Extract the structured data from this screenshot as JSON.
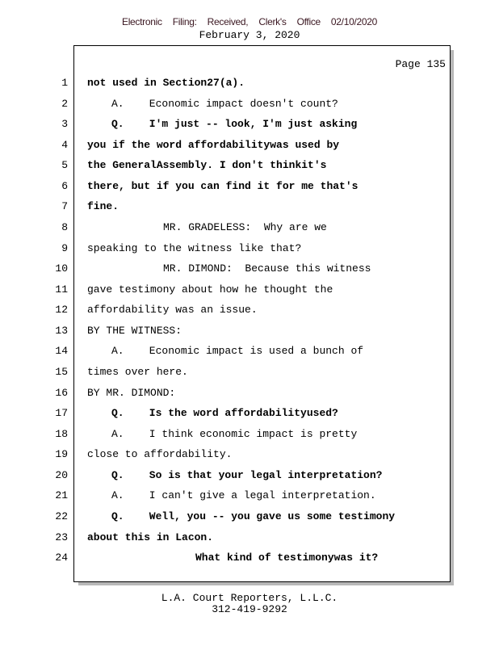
{
  "header": {
    "filing_stamp": "Electronic Filing: Received, Clerk's Office 02/10/2020",
    "date": "February 3, 2020"
  },
  "page_label": "Page 135",
  "lines": [
    {
      "n": "1",
      "text": "not used in Section27(a).",
      "bold": true,
      "indent": 0
    },
    {
      "n": "2",
      "text": "A.    Economic impact doesn't count?",
      "bold": false,
      "indent": 1
    },
    {
      "n": "3",
      "text": "Q.    I'm just -- look, I'm just asking",
      "bold": true,
      "indent": 1
    },
    {
      "n": "4",
      "text": "you if the word affordabilitywas used by",
      "bold": true,
      "indent": 0
    },
    {
      "n": "5",
      "text": "the GeneralAssembly. I don't thinkit's",
      "bold": true,
      "indent": 0
    },
    {
      "n": "6",
      "text": "there, but if you can find it for me that's",
      "bold": true,
      "indent": 0
    },
    {
      "n": "7",
      "text": "fine.",
      "bold": true,
      "indent": 0
    },
    {
      "n": "8",
      "text": "MR. GRADELESS:  Why are we",
      "bold": false,
      "indent": 2
    },
    {
      "n": "9",
      "text": "speaking to the witness like that?",
      "bold": false,
      "indent": 0
    },
    {
      "n": "10",
      "text": "MR. DIMOND:  Because this witness",
      "bold": false,
      "indent": 2
    },
    {
      "n": "11",
      "text": "gave testimony about how he thought the",
      "bold": false,
      "indent": 0
    },
    {
      "n": "12",
      "text": "affordability was an issue.",
      "bold": false,
      "indent": 0
    },
    {
      "n": "13",
      "text": "BY THE WITNESS:",
      "bold": false,
      "indent": 0
    },
    {
      "n": "14",
      "text": "A.    Economic impact is used a bunch of",
      "bold": false,
      "indent": 1
    },
    {
      "n": "15",
      "text": "times over here.",
      "bold": false,
      "indent": 0
    },
    {
      "n": "16",
      "text": "BY MR. DIMOND:",
      "bold": false,
      "indent": 0
    },
    {
      "n": "17",
      "text": "Q.    Is the word affordabilityused?",
      "bold": true,
      "indent": 1
    },
    {
      "n": "18",
      "text": "A.    I think economic impact is pretty",
      "bold": false,
      "indent": 1
    },
    {
      "n": "19",
      "text": "close to affordability.",
      "bold": false,
      "indent": 0
    },
    {
      "n": "20",
      "text": "Q.    So is that your legal interpretation?",
      "bold": true,
      "indent": 1
    },
    {
      "n": "21",
      "text": "A.    I can't give a legal interpretation.",
      "bold": false,
      "indent": 1
    },
    {
      "n": "22",
      "text": "Q.    Well, you -- you gave us some testimony",
      "bold": true,
      "indent": 1
    },
    {
      "n": "23",
      "text": "about this in Lacon.",
      "bold": true,
      "indent": 0
    },
    {
      "n": "24",
      "text": "What kind of testimonywas it?",
      "bold": true,
      "indent": 3
    }
  ],
  "footer": {
    "company": "L.A. Court Reporters, L.L.C.",
    "phone": "312-419-9292"
  }
}
